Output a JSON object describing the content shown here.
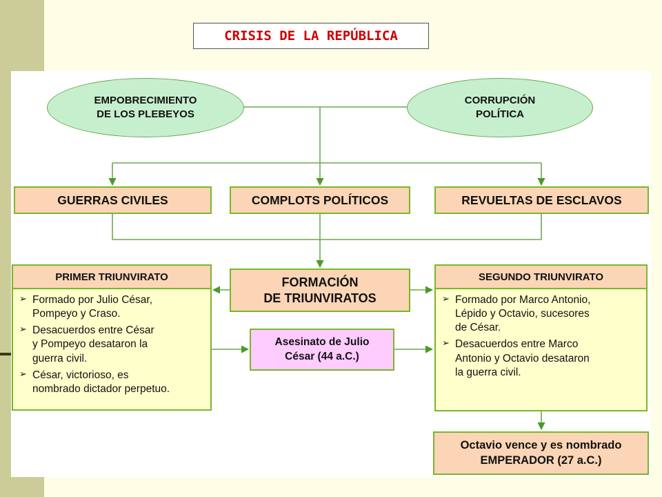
{
  "title": "CRISIS DE LA REPÚBLICA",
  "causes": {
    "left": "EMPOBRECIMIENTO\nDE LOS PLEBEYOS",
    "right": "CORRUPCIÓN\nPOLÍTICA"
  },
  "consequences": {
    "civil_wars": "GUERRAS CIVILES",
    "plots": "COMPLOTS POLÍTICOS",
    "revolts": "REVUELTAS DE ESCLAVOS"
  },
  "formation": "FORMACIÓN\nDE TRIUNVIRATOS",
  "first": {
    "title": "PRIMER TRIUNVIRATO",
    "items": [
      "Formado por Julio César,\nPompeyo y Craso.",
      "Desacuerdos entre César\ny Pompeyo desataron la\nguerra civil.",
      "César, victorioso, es\nnombrado dictador perpetuo."
    ]
  },
  "second": {
    "title": "SEGUNDO TRIUNVIRATO",
    "items": [
      "Formado por Marco Antonio,\nLépido y Octavio, sucesores\nde César.",
      "Desacuerdos entre Marco\nAntonio y Octavio desataron\nla guerra civil."
    ]
  },
  "assassination": "Asesinato de Julio\nCésar (44 a.C.)",
  "emperor": "Octavio vence y es nombrado\nEMPERADOR (27 a.C.)",
  "colors": {
    "line": "#6aa84f",
    "oval_fill": "#c6efce",
    "box_fill": "#fbd5b5",
    "list_fill": "#ffffcc",
    "pink_fill": "#ffccff",
    "title_text": "#cc0000"
  }
}
